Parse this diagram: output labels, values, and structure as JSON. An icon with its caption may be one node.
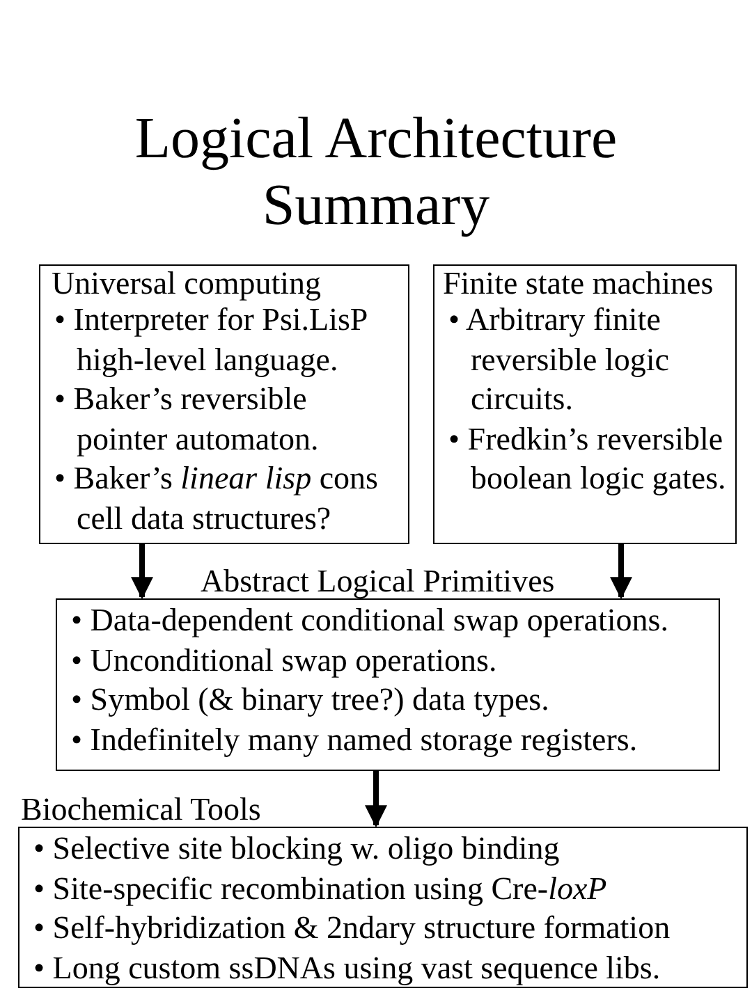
{
  "diagram": {
    "title": "Logical Architecture Summary",
    "nodes": [
      {
        "text": [
          "Universal computing",
          "• Interpreter for Psi.LisP high-level language.",
          "• Baker’s reversible pointer automaton.",
          "• Baker’s *linear lisp* cons cell data structures?"
        ]
      },
      {
        "text": [
          "Finite state machines",
          "• Arbitrary finite reversible logic circuits.",
          "• Fredkin’s reversible boolean logic gates."
        ]
      },
      {
        "text": [
          "Abstract Logical Primitives",
          "• Data-dependent conditional swap operations.",
          "• Unconditional swap operations.",
          "• Symbol (& binary tree?) data types.",
          "• Indefinitely many named storage registers."
        ]
      },
      {
        "text": [
          "Biochemical Tools",
          "• Selective site blocking w. oligo binding",
          "• Site-specific recombination using Cre-*loxP*",
          "• Self-hybridization & 2ndary structure formation",
          "• Long custom ssDNAs using vast sequence libs."
        ]
      }
    ],
    "edges": [
      {
        "from": 0,
        "to": 2,
        "arrow": "to"
      },
      {
        "from": 1,
        "to": 2,
        "arrow": "to"
      },
      {
        "from": 2,
        "to": 3,
        "arrow": "to"
      }
    ]
  }
}
